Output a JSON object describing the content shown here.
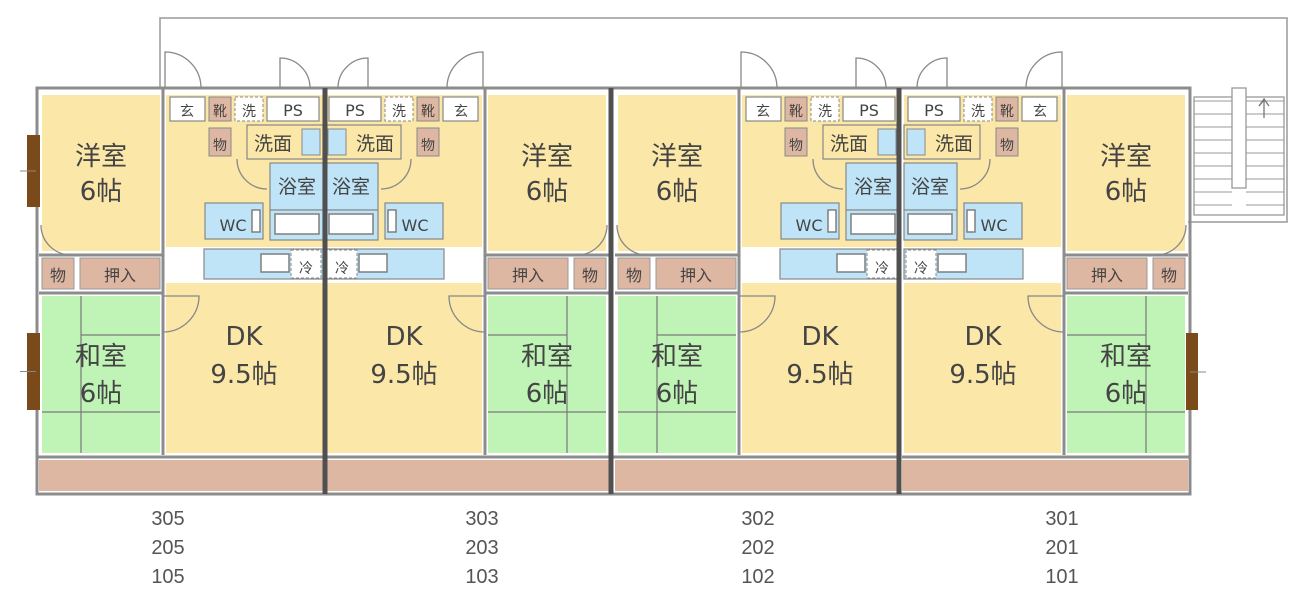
{
  "units": [
    {
      "id": "u305",
      "mirror": false,
      "western_room": {
        "name": "洋室",
        "size": "6帖"
      },
      "japanese_room": {
        "name": "和室",
        "size": "6帖"
      },
      "dk": {
        "name": "DK",
        "size": "9.5帖"
      },
      "numbers": [
        "305",
        "205",
        "105"
      ]
    },
    {
      "id": "u303",
      "mirror": true,
      "western_room": {
        "name": "洋室",
        "size": "6帖"
      },
      "japanese_room": {
        "name": "和室",
        "size": "6帖"
      },
      "dk": {
        "name": "DK",
        "size": "9.5帖"
      },
      "numbers": [
        "303",
        "203",
        "103"
      ]
    },
    {
      "id": "u302",
      "mirror": false,
      "western_room": {
        "name": "洋室",
        "size": "6帖"
      },
      "japanese_room": {
        "name": "和室",
        "size": "6帖"
      },
      "dk": {
        "name": "DK",
        "size": "9.5帖"
      },
      "numbers": [
        "302",
        "202",
        "102"
      ]
    },
    {
      "id": "u301",
      "mirror": true,
      "western_room": {
        "name": "洋室",
        "size": "6帖"
      },
      "japanese_room": {
        "name": "和室",
        "size": "6帖"
      },
      "dk": {
        "name": "DK",
        "size": "9.5帖"
      },
      "numbers": [
        "301",
        "201",
        "101"
      ]
    }
  ],
  "labels": {
    "storage": "物",
    "closet": "押入",
    "entrance": "玄",
    "shoes": "靴",
    "washer": "洗",
    "ps": "PS",
    "washroom": "洗面",
    "bath": "浴室",
    "wc": "WC",
    "fridge": "冷"
  },
  "colors": {
    "western": "#fbe7a8",
    "japanese": "#bff4b6",
    "bath": "#bfe4f8",
    "storage": "#deb7a3",
    "wall": "#8c8c8c"
  }
}
